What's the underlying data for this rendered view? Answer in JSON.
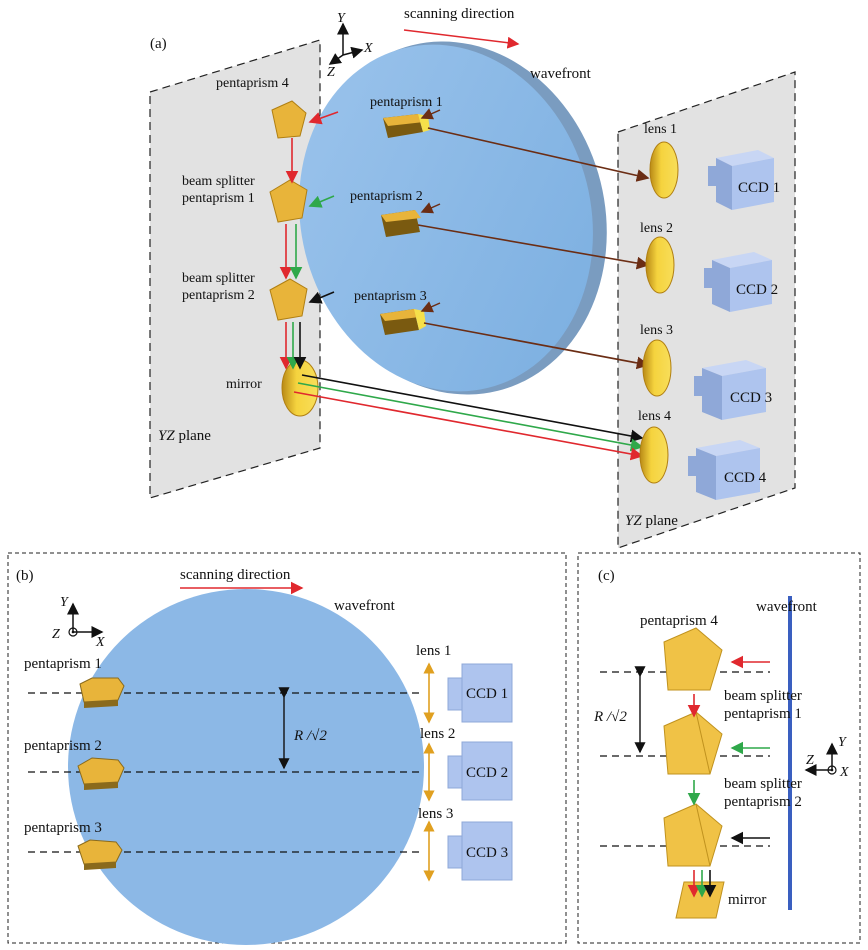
{
  "panel_a": {
    "tag": "(a)",
    "axes": {
      "y": "Y",
      "x": "X",
      "z": "Z"
    },
    "scanning_direction": "scanning direction",
    "wavefront": "wavefront",
    "left_plane": "YZ plane",
    "right_plane": "YZ plane",
    "pentaprisms": [
      "pentaprism 1",
      "pentaprism 2",
      "pentaprism 3"
    ],
    "pentaprism4": "pentaprism 4",
    "beam_splitter_1": [
      "beam splitter",
      "pentaprism 1"
    ],
    "beam_splitter_2": [
      "beam splitter",
      "pentaprism 2"
    ],
    "mirror": "mirror",
    "lenses": [
      "lens 1",
      "lens 2",
      "lens 3",
      "lens 4"
    ],
    "ccds": [
      "CCD 1",
      "CCD 2",
      "CCD 3",
      "CCD 4"
    ]
  },
  "panel_b": {
    "tag": "(b)",
    "scanning_direction": "scanning direction",
    "wavefront": "wavefront",
    "axes": {
      "y": "Y",
      "x": "X",
      "z": "Z"
    },
    "pentaprisms": [
      "pentaprism 1",
      "pentaprism 2",
      "pentaprism 3"
    ],
    "lenses": [
      "lens 1",
      "lens 2",
      "lens 3"
    ],
    "ccds": [
      "CCD 1",
      "CCD 2",
      "CCD 3"
    ],
    "spacing_label": "R /√2"
  },
  "panel_c": {
    "tag": "(c)",
    "wavefront": "wavefront",
    "pentaprism4": "pentaprism 4",
    "beam_splitter_1": [
      "beam splitter",
      "pentaprism 1"
    ],
    "beam_splitter_2": [
      "beam splitter",
      "pentaprism 2"
    ],
    "mirror": "mirror",
    "spacing_label": "R /√2",
    "axes": {
      "y": "Y",
      "x": "X",
      "z": "Z"
    }
  },
  "colors": {
    "disc": "#8cb8e6",
    "plane": "#e2e2e2",
    "prism": "#e8b43a",
    "ccd": "#aec4ee",
    "red": "#e0282e",
    "green": "#2fa84a",
    "brown": "#6b2d14",
    "blue_line": "#3a5fc0"
  }
}
